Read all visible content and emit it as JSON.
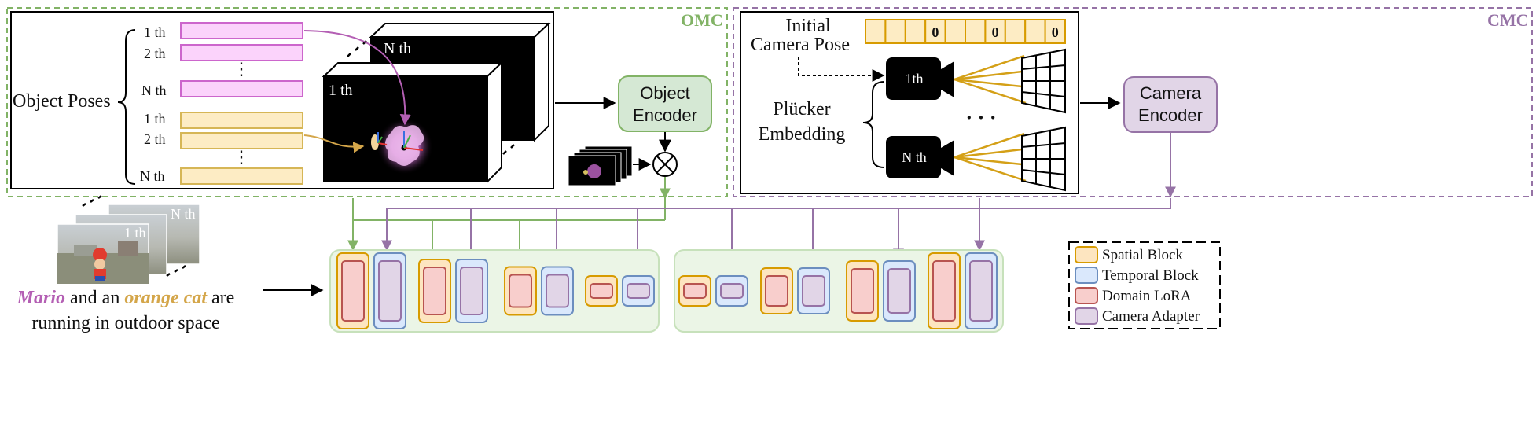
{
  "sections": {
    "omc_label": "OMC",
    "cmc_label": "CMC",
    "omc_color": "#82b366",
    "cmc_color": "#9673a6"
  },
  "object_poses": {
    "title": "Object Poses",
    "pink_rows": [
      "1 th",
      "2 th",
      "N th"
    ],
    "yellow_rows": [
      "1 th",
      "2 th",
      "N th"
    ],
    "ellipsis": "⋮",
    "pink_color": "#cc66cc",
    "yellow_color": "#d6b656"
  },
  "frames": {
    "front_label": "1 th",
    "back_label": "N th"
  },
  "object_encoder": {
    "line1": "Object",
    "line2": "Encoder"
  },
  "camera": {
    "initial_pose_line1": "Initial",
    "initial_pose_line2": "Camera Pose",
    "pose_cells": [
      "",
      "",
      "",
      "0",
      "",
      "",
      "0",
      "",
      "",
      "0"
    ],
    "plucker_line1": "Plücker",
    "plucker_line2": "Embedding",
    "cam1_label": "1th",
    "camN_label": "N th",
    "dots": "· · ·"
  },
  "camera_encoder": {
    "line1": "Camera",
    "line2": "Encoder"
  },
  "video_frames": {
    "front_label": "1 th",
    "back_label": "N th"
  },
  "caption": {
    "word_mario": "Mario",
    "text_and": " and an ",
    "word_cat": "orange cat",
    "text_are": " are",
    "line2": "running in outdoor space"
  },
  "legend": [
    {
      "label": "Spatial Block",
      "fill": "#fde5c0",
      "stroke": "#d79b00"
    },
    {
      "label": "Temporal Block",
      "fill": "#dae8fc",
      "stroke": "#6c8ebf"
    },
    {
      "label": "Domain LoRA",
      "fill": "#f8cecc",
      "stroke": "#b85450"
    },
    {
      "label": "Camera Adapter",
      "fill": "#e1d5e7",
      "stroke": "#9673a6"
    }
  ]
}
